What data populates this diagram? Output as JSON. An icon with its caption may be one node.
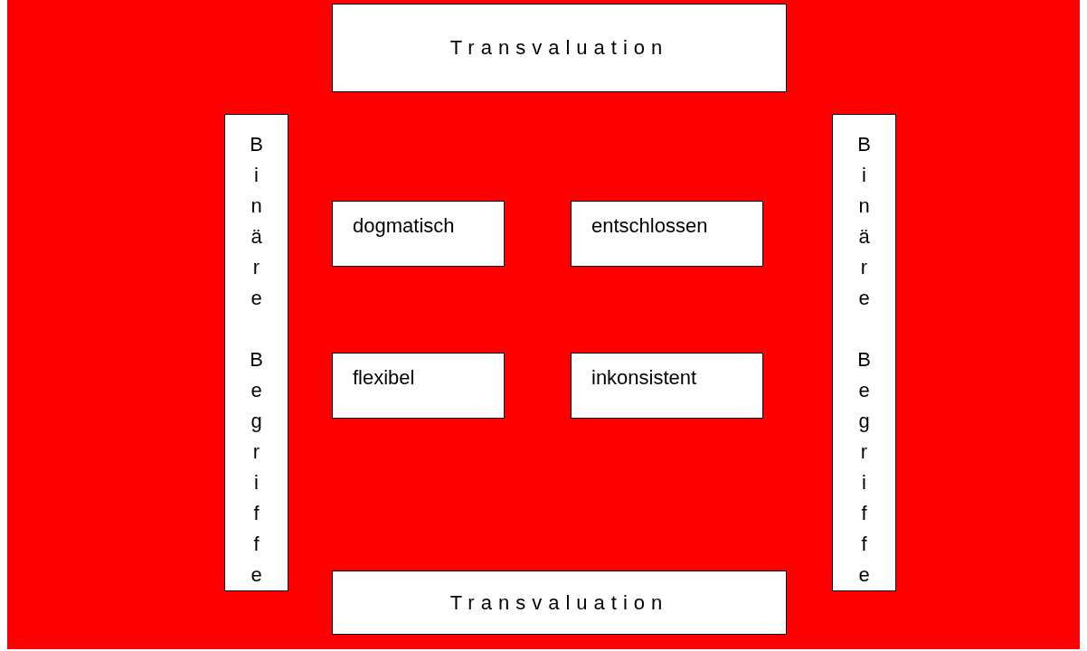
{
  "diagram": {
    "nodes": [
      {
        "text": [
          "Transvaluation"
        ]
      },
      {
        "text": [
          "Binäre Begriffe"
        ]
      },
      {
        "text": [
          "dogmatisch"
        ]
      },
      {
        "text": [
          "entschlossen"
        ]
      },
      {
        "text": [
          "flexibel"
        ]
      },
      {
        "text": [
          "inkonsistent"
        ]
      },
      {
        "text": [
          "Binäre Begriffe"
        ]
      },
      {
        "text": [
          "Transvaluation"
        ]
      }
    ]
  }
}
